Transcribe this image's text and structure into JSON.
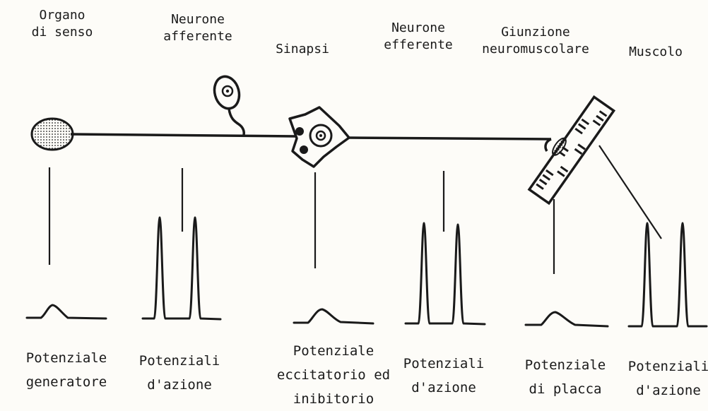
{
  "top_labels": {
    "organ": "Organo\ndi senso",
    "afferent": "Neurone\nafferente",
    "synapse": "Sinapsi",
    "efferent": "Neurone\nefferente",
    "junction": "Giunzione\nneuromuscolare",
    "muscle": "Muscolo"
  },
  "bottom_labels": {
    "generator": "Potenziale\ngeneratore",
    "action1": "Potenziali\nd'azione",
    "excitatory": "Potenziale\neccitatorio ed\ninibitorio",
    "action2": "Potenziali\nd'azione",
    "plate": "Potenziale\ndi placca",
    "action3": "Potenziali\nd'azione"
  },
  "colors": {
    "ink": "#1a1a1a",
    "paper": "#fdfcf8"
  }
}
